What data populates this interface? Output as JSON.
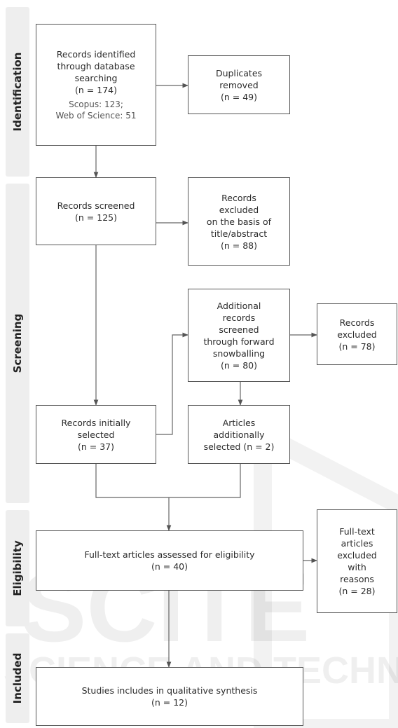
{
  "phases": {
    "identification": "Identification",
    "screening": "Screening",
    "eligibility": "Eligibility",
    "included": "Included"
  },
  "boxes": {
    "identified": {
      "lines": [
        "Records identified",
        "through database",
        "searching",
        "(n = 174)"
      ],
      "sources": [
        "Scopus: 123;",
        "Web of Science: 51"
      ]
    },
    "duplicates": {
      "lines": [
        "Duplicates",
        "removed",
        "(n = 49)"
      ]
    },
    "screened": {
      "lines": [
        "Records screened",
        "(n = 125)"
      ]
    },
    "excluded_title": {
      "lines": [
        "Records",
        "excluded",
        "on the basis of",
        "title/abstract",
        "(n = 88)"
      ]
    },
    "additional": {
      "lines": [
        "Additional",
        "records",
        "screened",
        "through forward",
        "snowballing",
        "(n = 80)"
      ]
    },
    "excluded_snowball": {
      "lines": [
        "Records",
        "excluded",
        "(n = 78)"
      ]
    },
    "initially_selected": {
      "lines": [
        "Records initially",
        "selected",
        "(n = 37)"
      ]
    },
    "additionally_selected": {
      "lines": [
        "Articles",
        "additionally",
        "selected (n = 2)"
      ]
    },
    "fulltext": {
      "lines": [
        "Full-text articles assessed for eligibility",
        "(n = 40)"
      ]
    },
    "fulltext_excluded": {
      "lines": [
        "Full-text",
        "articles",
        "excluded",
        "with",
        "reasons",
        "(n = 28)"
      ]
    },
    "included": {
      "lines": [
        "Studies includes in qualitative synthesis",
        "(n = 12)"
      ]
    }
  },
  "watermark": {
    "line1": "SCITE",
    "line2": "SCIENCE AND TECHN"
  }
}
